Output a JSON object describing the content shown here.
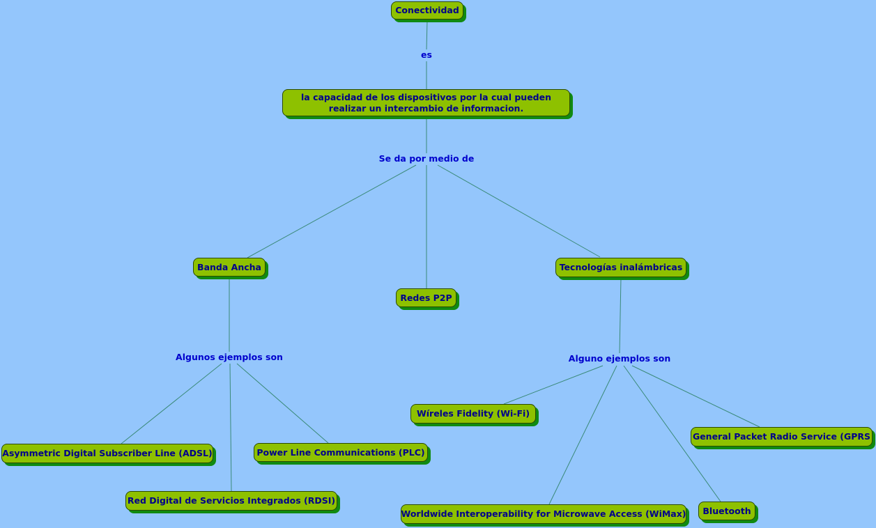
{
  "nodes": {
    "conectividad": "Conectividad",
    "definicion": "la capacidad de los dispositivos por la cual pueden realizar un intercambio de informacion.",
    "banda_ancha": "Banda Ancha",
    "redes_p2p": "Redes P2P",
    "tec_inalambricas": "Tecnologías inalámbricas",
    "adsl": "Asymmetric Digital Subscriber Line (ADSL)",
    "rdsi": "Red Digital de Servicios Integrados (RDSI)",
    "plc": "Power Line Communications (PLC)",
    "wifi": "Wíreles Fidelity (Wi-Fi)",
    "wimax": "Worldwide Interoperability for Microwave Access (WiMax)",
    "bluetooth": "Bluetooth",
    "gprs": "General Packet Radio Service (GPRS"
  },
  "link_labels": {
    "es": "es",
    "se_da": "Se da por medio de",
    "algunos": "Algunos ejemplos son",
    "alguno": "Alguno ejemplos son"
  },
  "colors": {
    "background": "#94c6fc",
    "node_fill": "#8ec100",
    "node_shadow": "#118a11",
    "text": "#00008b",
    "line": "#3a8a78"
  }
}
